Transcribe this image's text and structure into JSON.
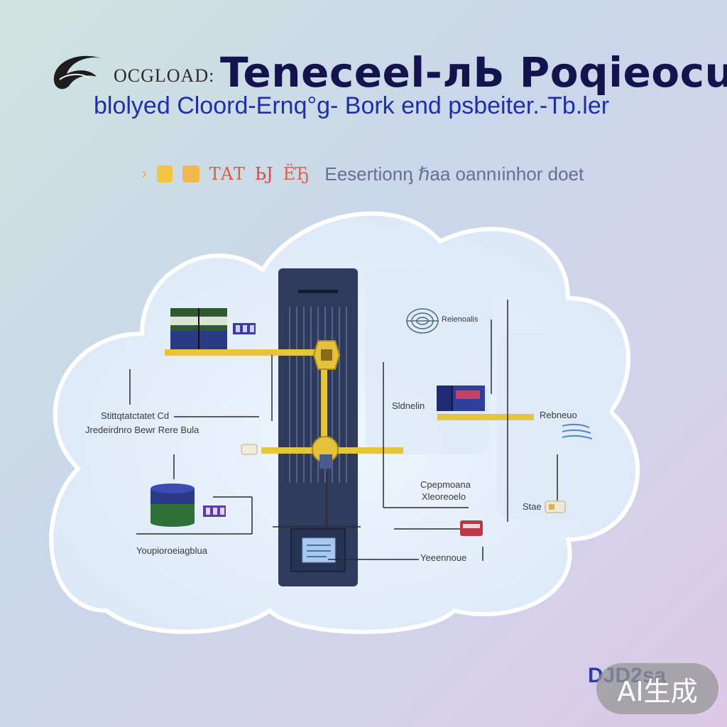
{
  "header": {
    "logo_text": "OCGLOAD:",
    "title": "Teneceel-лЬ Poqieocu",
    "subtitle": "blolyed Cloord-Ernq°g- Bork end psbeiter.-Tb.ler",
    "tagline_glyphs": [
      "ТАТ",
      "ЬЈ",
      "ЁЂ"
    ],
    "tagline": "Eesertionᶇ ℏaa oannıinhor doet"
  },
  "diagram": {
    "labels": {
      "left_top_1": "Stittqtatctatet Cd",
      "left_top_2": "Jredeirdnro Bewr Rere Bula",
      "left_bottom": "Youpioroeiagblua",
      "right_top": "Reienoalis",
      "mid_right_1": "Sldnelin",
      "right_mid": "Rebneuo",
      "center_right_1": "Cpepmoana",
      "center_right_2": "Xleoreoelo",
      "right_bottom": "Stae",
      "bottom_mid": "Yeeennoue"
    },
    "colors": {
      "server": "#2e3b5c",
      "connector": "#e7c43e",
      "cloud": "#e8f1fb",
      "title": "#14134e",
      "subtitle": "#1e2fa8"
    }
  },
  "footer": {
    "corner_text": "DJD2sa",
    "ai_badge": "AI生成"
  }
}
